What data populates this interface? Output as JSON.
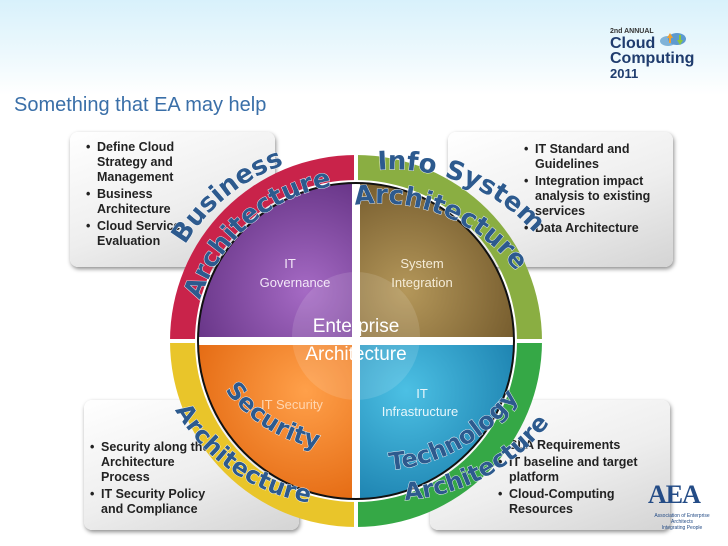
{
  "header": {
    "title": "Something that EA may help"
  },
  "logo": {
    "small": "2nd ANNUAL",
    "line1": "Cloud",
    "line2": "Computing",
    "line3": "2011"
  },
  "boxes": {
    "top_left": [
      "Define Cloud Strategy and Management",
      "Business Architecture",
      "Cloud Service Evaluation"
    ],
    "top_right": [
      "IT Standard and Guidelines",
      "Integration impact analysis to existing services",
      "Data Architecture"
    ],
    "bottom_left": [
      "Security along the Architecture Process",
      "IT Security Policy and Compliance"
    ],
    "bottom_right": [
      "SLA Requirements",
      "IT baseline and target platform",
      "Cloud-Computing Resources"
    ]
  },
  "quadrants": {
    "top_left": {
      "line1": "IT",
      "line2": "Governance",
      "color": "#7b3f9a"
    },
    "top_right": {
      "line1": "System",
      "line2": "Integration",
      "color": "#8a7038"
    },
    "bottom_left": {
      "line1": "IT Security",
      "color": "#f07a1c"
    },
    "bottom_right": {
      "line1": "IT",
      "line2": "Infrastructure",
      "color": "#1f9ec8"
    }
  },
  "center": {
    "line1": "Enterprise",
    "line2": "Architecture"
  },
  "arcs": {
    "business": [
      "Business",
      "Architecture"
    ],
    "info_system": [
      "Info System",
      "Architecture"
    ],
    "security": [
      "Security",
      "Architecture"
    ],
    "technology": [
      "Technology",
      "Architecture"
    ]
  },
  "ring_colors": {
    "top_left": "#c9234a",
    "top_right": "#7fa23a",
    "bottom_left": "#e8c225",
    "bottom_right": "#2f9e3f"
  },
  "aea": {
    "name": "AEA",
    "sub1": "Association of Enterprise Architects",
    "sub2": "Integrating People"
  }
}
